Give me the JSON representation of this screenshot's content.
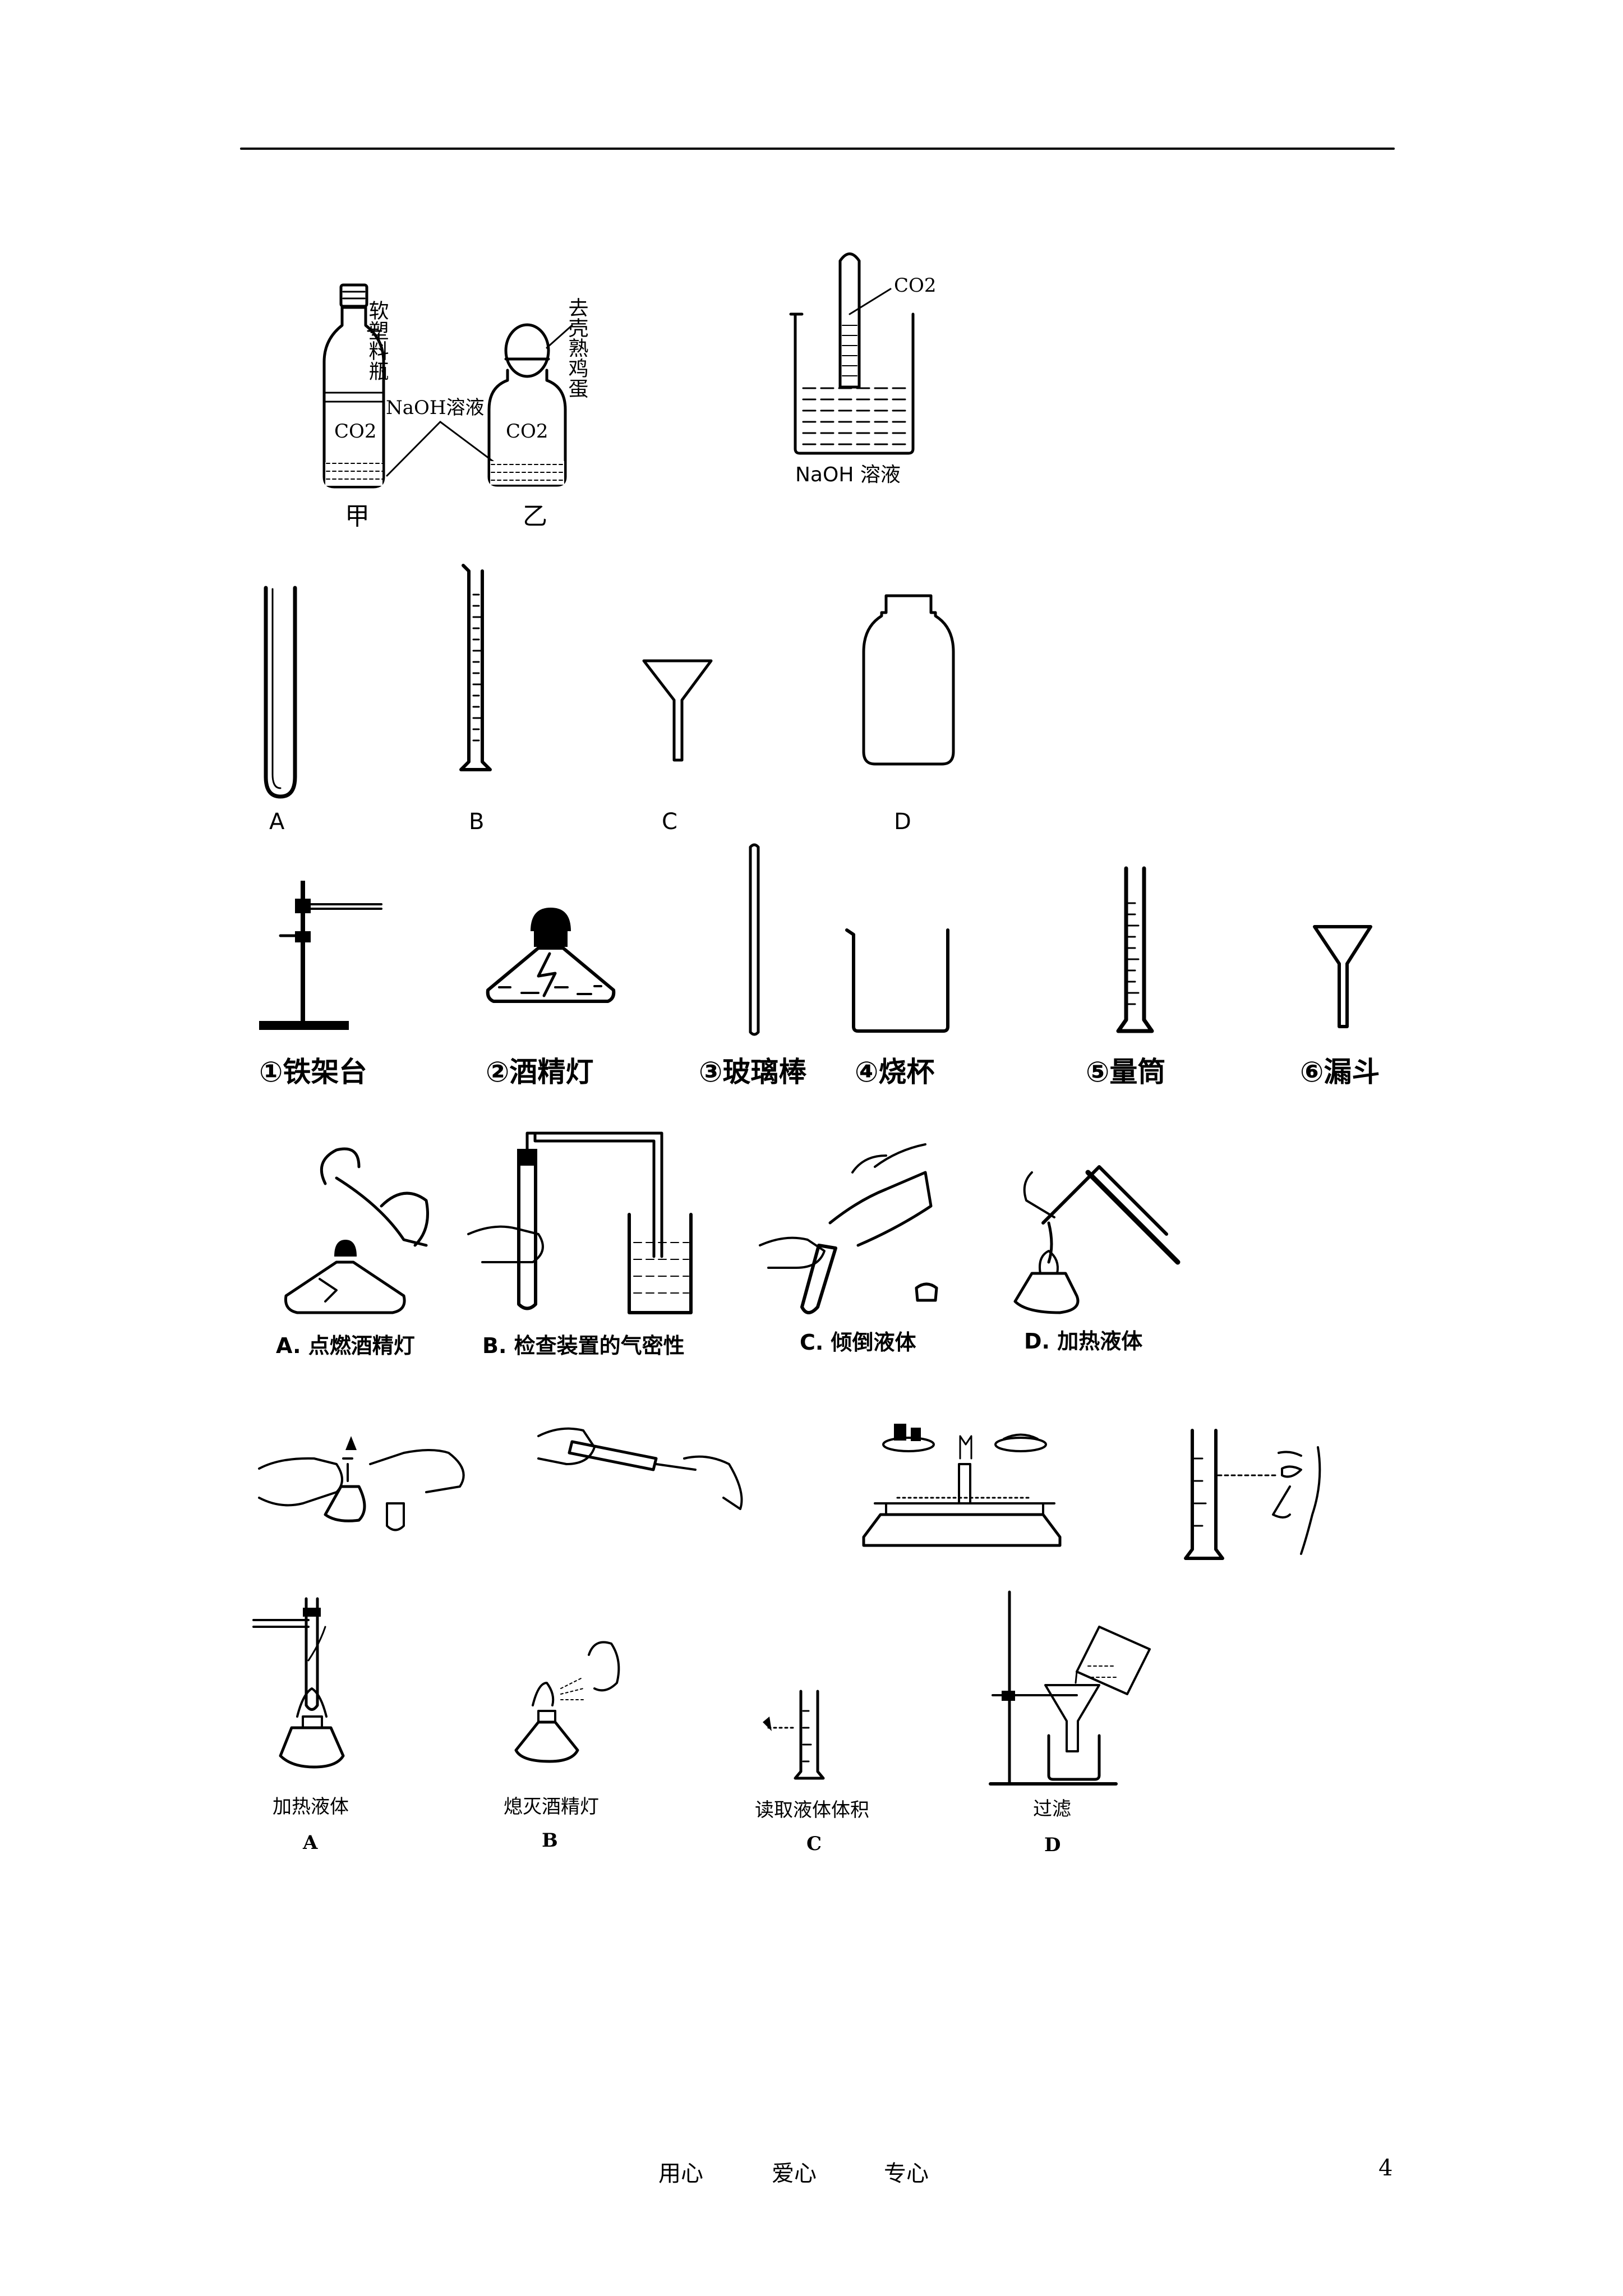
{
  "header": {
    "rule": true
  },
  "figure_co2": {
    "jia": {
      "bottle_label": "软塑料瓶",
      "gas": "CO2",
      "caption": "甲"
    },
    "shared_solution": "NaOH溶液",
    "yi": {
      "top_label": "去壳熟鸡蛋",
      "gas": "CO2",
      "caption": "乙"
    },
    "beaker": {
      "gas": "CO2",
      "solution": "NaOH 溶液"
    }
  },
  "apparatus_row1": [
    {
      "letter": "A",
      "icon": "test-tube-icon"
    },
    {
      "letter": "B",
      "icon": "graduated-cylinder-icon"
    },
    {
      "letter": "C",
      "icon": "funnel-icon"
    },
    {
      "letter": "D",
      "icon": "wide-mouth-bottle-icon"
    }
  ],
  "apparatus_row2": [
    {
      "label": "①铁架台",
      "icon": "iron-stand-icon"
    },
    {
      "label": "②酒精灯",
      "icon": "alcohol-lamp-icon"
    },
    {
      "label": "③玻璃棒",
      "icon": "glass-rod-icon"
    },
    {
      "label": "④烧杯",
      "icon": "beaker-icon"
    },
    {
      "label": "⑤量筒",
      "icon": "graduated-cylinder-icon"
    },
    {
      "label": "⑥漏斗",
      "icon": "funnel-icon"
    }
  ],
  "operations_row": [
    {
      "label": "A. 点燃酒精灯"
    },
    {
      "label": "B. 检查装置的气密性"
    },
    {
      "label": "C. 倾倒液体"
    },
    {
      "label": "D. 加热液体"
    }
  ],
  "unlabeled_row": [
    {
      "icon": "light-lamp-with-lamp-icon"
    },
    {
      "icon": "heat-test-tube-icon"
    },
    {
      "icon": "balance-scale-icon"
    },
    {
      "icon": "read-cylinder-eye-icon"
    }
  ],
  "bottom_row": [
    {
      "caption": "加热液体",
      "letter": "A"
    },
    {
      "caption": "熄灭酒精灯",
      "letter": "B"
    },
    {
      "caption": "读取液体体积",
      "letter": "C"
    },
    {
      "caption": "过滤",
      "letter": "D"
    }
  ],
  "footer": {
    "left": "用心",
    "middle": "爱心",
    "right": "专心",
    "page_number": "4"
  }
}
